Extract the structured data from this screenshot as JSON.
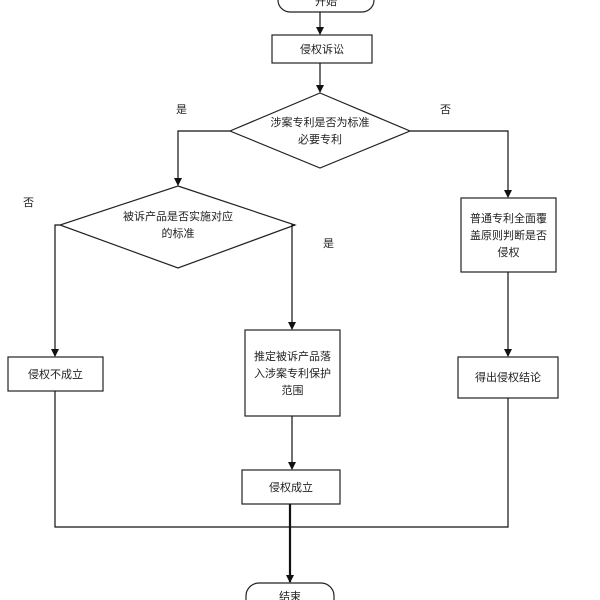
{
  "flowchart": {
    "start": "开始",
    "end": "结束",
    "nodes": {
      "litigation": "侵权诉讼",
      "decision_standard": "涉案专利是否为标准必要专利",
      "decision_product": "被诉产品是否实施对应的标准",
      "ordinary_principle": "普通专利全面覆盖原则判断是否侵权",
      "not_infringed": "侵权不成立",
      "presume_scope": "推定被诉产品落入涉案专利保护范围",
      "infringed": "侵权成立",
      "conclusion": "得出侵权结论"
    },
    "edge_labels": {
      "d1_yes": "是",
      "d1_no": "否",
      "d2_no": "否",
      "d2_yes": "是"
    }
  }
}
